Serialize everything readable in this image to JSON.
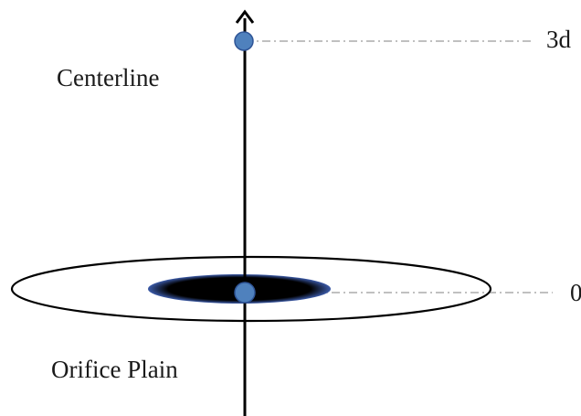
{
  "labels": {
    "centerline": "Centerline",
    "orifice_plain": "Orifice Plain",
    "top_marker": "3d",
    "bottom_marker": "0"
  },
  "colors": {
    "axis": "#000000",
    "point_fill": "#4f81bd",
    "point_stroke": "#2f5597",
    "orifice_fill": "#000000",
    "orifice_glow": "#3b5aa8",
    "dash_line": "#9a9a9a",
    "text": "#1a1a1a"
  },
  "points": [
    {
      "name": "top-point",
      "position": "3d"
    },
    {
      "name": "bottom-point",
      "position": "0"
    }
  ]
}
